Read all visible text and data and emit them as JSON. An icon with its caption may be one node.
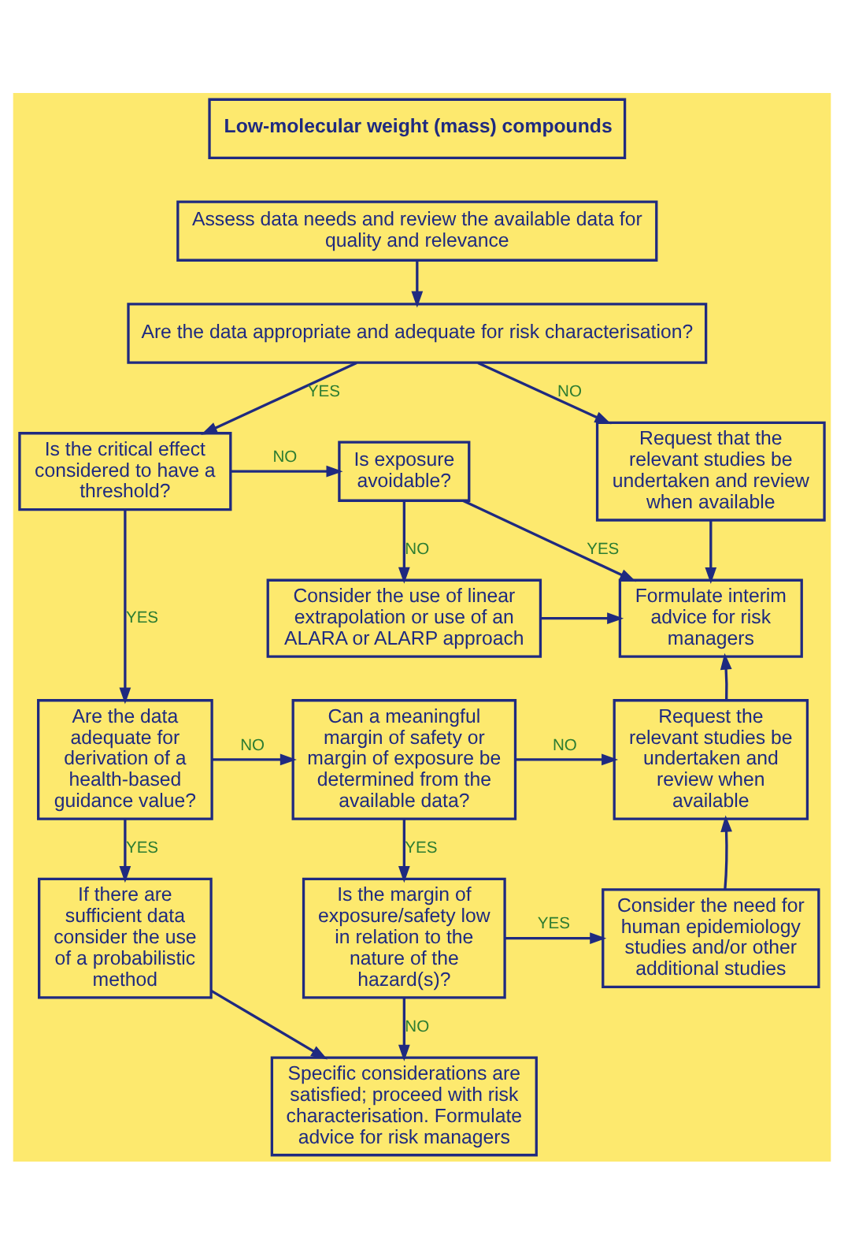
{
  "diagram": {
    "nodes": [
      {
        "text": [
          "Low-molecular weight (mass) compounds"
        ]
      },
      {
        "text": [
          "Assess data needs and review the available data for quality and relevance"
        ]
      },
      {
        "text": [
          "Are the data appropriate and adequate for risk characterisation?"
        ]
      },
      {
        "text": [
          "Is the critical effect considered to have a threshold?"
        ]
      },
      {
        "text": [
          "Is exposure avoidable?"
        ]
      },
      {
        "text": [
          "Request that the relevant studies be undertaken and review when available"
        ]
      },
      {
        "text": [
          "Consider the use of linear extrapolation or use of an ALARA or ALARP approach"
        ]
      },
      {
        "text": [
          "Formulate interim advice for risk managers"
        ]
      },
      {
        "text": [
          "Are the data adequate for derivation of a health-based guidance value?"
        ]
      },
      {
        "text": [
          "Can a meaningful margin of safety or margin of exposure be determined from the available data?"
        ]
      },
      {
        "text": [
          "Request the relevant studies be undertaken and review when available"
        ]
      },
      {
        "text": [
          "If there are sufficient data consider the use of a probabilistic method"
        ]
      },
      {
        "text": [
          "Is the margin of exposure/safety low in relation to the nature of the hazard(s)?"
        ]
      },
      {
        "text": [
          "Consider the need for human epidemiology studies and/or other additional studies"
        ]
      },
      {
        "text": [
          "Specific considerations are satisfied; proceed with risk characterisation. Formulate advice for risk managers"
        ]
      }
    ],
    "edges": [
      {
        "from": 1,
        "to": 2,
        "arrow": "to"
      },
      {
        "from": 2,
        "to": 3,
        "arrow": "to",
        "label": "YES"
      },
      {
        "from": 2,
        "to": 5,
        "arrow": "to",
        "label": "NO"
      },
      {
        "from": 3,
        "to": 4,
        "arrow": "to",
        "label": "NO"
      },
      {
        "from": 3,
        "to": 8,
        "arrow": "to",
        "label": "YES"
      },
      {
        "from": 4,
        "to": 6,
        "arrow": "to",
        "label": "NO"
      },
      {
        "from": 4,
        "to": 7,
        "arrow": "to",
        "label": "YES"
      },
      {
        "from": 6,
        "to": 7,
        "arrow": "to"
      },
      {
        "from": 5,
        "to": 7,
        "arrow": "to"
      },
      {
        "from": 10,
        "to": 7,
        "arrow": "to"
      },
      {
        "from": 8,
        "to": 9,
        "arrow": "to",
        "label": "NO"
      },
      {
        "from": 8,
        "to": 11,
        "arrow": "to",
        "label": "YES"
      },
      {
        "from": 9,
        "to": 10,
        "arrow": "to",
        "label": "NO"
      },
      {
        "from": 9,
        "to": 12,
        "arrow": "to",
        "label": "YES"
      },
      {
        "from": 12,
        "to": 13,
        "arrow": "to",
        "label": "YES"
      },
      {
        "from": 13,
        "to": 10,
        "arrow": "to"
      },
      {
        "from": 12,
        "to": 14,
        "arrow": "to",
        "label": "NO"
      },
      {
        "from": 11,
        "to": 14,
        "arrow": "to"
      }
    ]
  }
}
